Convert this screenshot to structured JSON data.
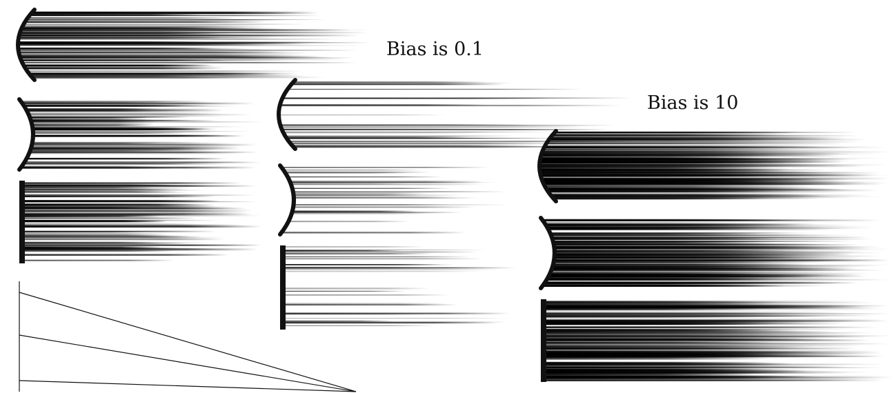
{
  "labels": {
    "low_bias": "Bias is 0.1",
    "high_bias": "Bias is 10"
  },
  "groups": [
    {
      "id": "default",
      "strokes": [
        "curve-convex",
        "curve-concave",
        "flat"
      ],
      "density": "medium",
      "edge_color": "#111111"
    },
    {
      "id": "bias-0.1",
      "label_ref": "low_bias",
      "strokes": [
        "curve-convex",
        "curve-concave",
        "flat"
      ],
      "density": "sparse",
      "edge_color": "#111111"
    },
    {
      "id": "bias-10",
      "label_ref": "high_bias",
      "strokes": [
        "curve-convex",
        "curve-concave",
        "flat"
      ],
      "density": "dense",
      "edge_color": "#111111"
    }
  ],
  "diagram": {
    "description_visible": false,
    "rays": 3,
    "line_color": "#111111"
  }
}
